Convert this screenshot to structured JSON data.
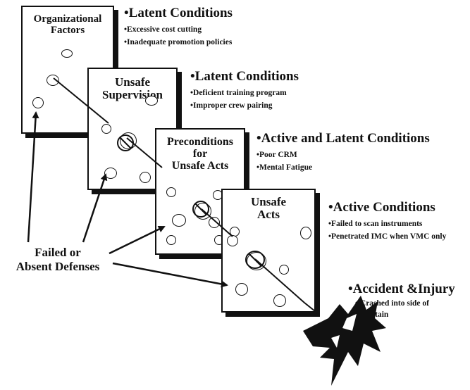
{
  "layers": [
    {
      "title": "Organizational Factors",
      "title_lines": [
        "Organizational",
        "Factors"
      ],
      "conditions": {
        "heading": "•Latent Conditions",
        "items": [
          "•Excessive cost cutting",
          "•Inadequate promotion policies"
        ]
      }
    },
    {
      "title": "Unsafe Supervision",
      "title_lines": [
        "Unsafe",
        "Supervision"
      ],
      "conditions": {
        "heading": "•Latent Conditions",
        "items": [
          "•Deficient training program",
          "•Improper crew pairing"
        ]
      }
    },
    {
      "title": "Preconditions for Unsafe Acts",
      "title_lines": [
        "Preconditions",
        "for",
        "Unsafe Acts"
      ],
      "conditions": {
        "heading": "•Active and Latent Conditions",
        "items": [
          "•Poor CRM",
          "•Mental Fatigue"
        ]
      }
    },
    {
      "title": "Unsafe Acts",
      "title_lines": [
        "Unsafe",
        "Acts"
      ],
      "conditions": {
        "heading": "•Active Conditions",
        "items": [
          "•Failed to scan instruments",
          "•Penetrated IMC when VMC only"
        ]
      }
    }
  ],
  "outcome": {
    "heading": "•Accident &Injury",
    "item": "• Crashed into side of mountain"
  },
  "defenses_label": {
    "lines": [
      "Failed or",
      "Absent Defenses"
    ]
  },
  "icons": {
    "crash": "crashed-aircraft-icon"
  },
  "colors": {
    "ink": "#111111",
    "paper": "#ffffff"
  }
}
